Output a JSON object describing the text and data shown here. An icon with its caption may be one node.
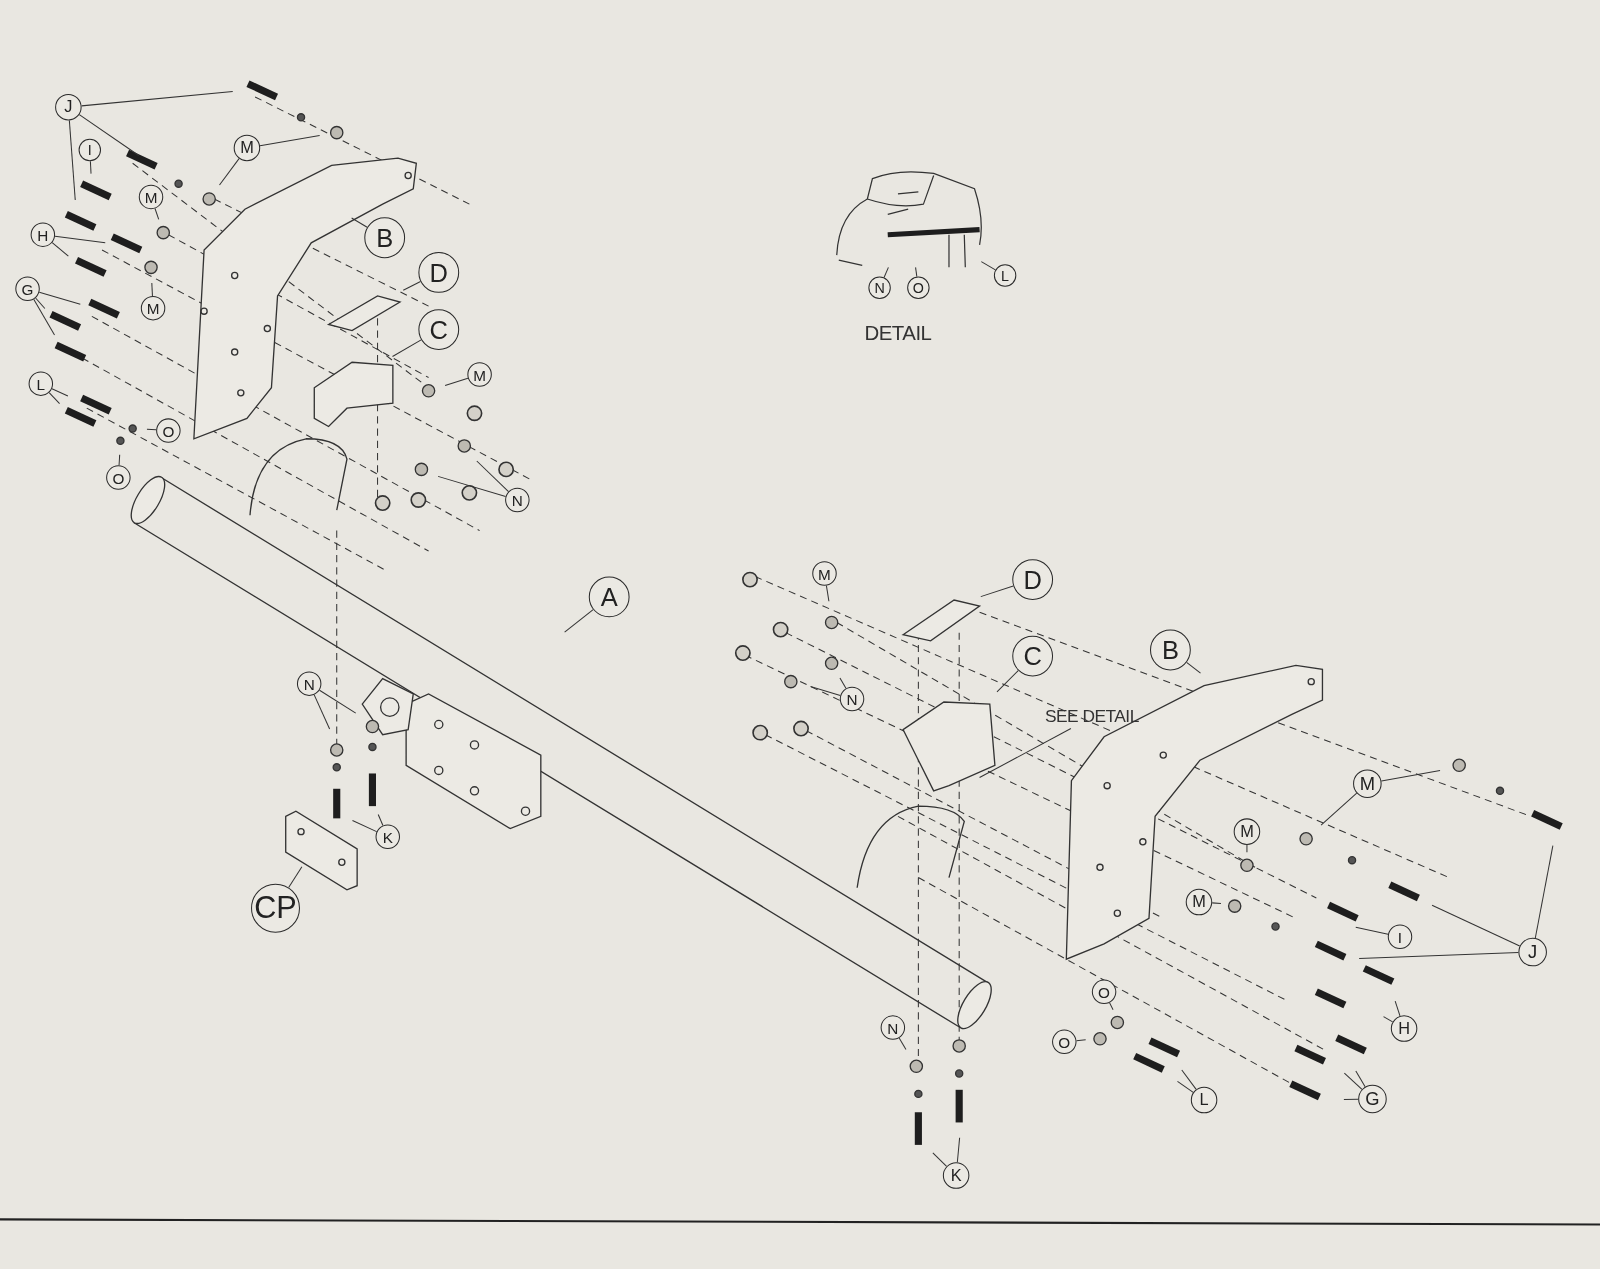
{
  "diagram": {
    "nodes": [
      {
        "text": [
          "J"
        ]
      },
      {
        "text": [
          "I"
        ]
      },
      {
        "text": [
          "M"
        ]
      },
      {
        "text": [
          "M"
        ]
      },
      {
        "text": [
          "B"
        ]
      },
      {
        "text": [
          "H"
        ]
      },
      {
        "text": [
          "M"
        ]
      },
      {
        "text": [
          "D"
        ]
      },
      {
        "text": [
          "G"
        ]
      },
      {
        "text": [
          "C"
        ]
      },
      {
        "text": [
          "M"
        ]
      },
      {
        "text": [
          "L"
        ]
      },
      {
        "text": [
          "O"
        ]
      },
      {
        "text": [
          "O"
        ]
      },
      {
        "text": [
          "N"
        ]
      },
      {
        "text": [
          "A"
        ]
      },
      {
        "text": [
          "M"
        ]
      },
      {
        "text": [
          "D"
        ]
      },
      {
        "text": [
          "B"
        ]
      },
      {
        "text": [
          "C"
        ]
      },
      {
        "text": [
          "N"
        ]
      },
      {
        "text": [
          "N"
        ]
      },
      {
        "text": [
          "SEE DETAIL"
        ]
      },
      {
        "text": [
          "M"
        ]
      },
      {
        "text": [
          "M"
        ]
      },
      {
        "text": [
          "K"
        ]
      },
      {
        "text": [
          "M"
        ]
      },
      {
        "text": [
          "CP"
        ]
      },
      {
        "text": [
          "I"
        ]
      },
      {
        "text": [
          "J"
        ]
      },
      {
        "text": [
          "H"
        ]
      },
      {
        "text": [
          "O"
        ]
      },
      {
        "text": [
          "N"
        ]
      },
      {
        "text": [
          "O"
        ]
      },
      {
        "text": [
          "L"
        ]
      },
      {
        "text": [
          "G"
        ]
      },
      {
        "text": [
          "K"
        ]
      },
      {
        "text": [
          "N"
        ]
      },
      {
        "text": [
          "O"
        ]
      },
      {
        "text": [
          "L"
        ]
      },
      {
        "text": [],
        "shape": "picture"
      }
    ],
    "edges": [
      {
        "from": 0,
        "to": null,
        "arrow": "none"
      },
      {
        "from": 0,
        "to": null,
        "arrow": "none"
      },
      {
        "from": 0,
        "to": null,
        "arrow": "none"
      },
      {
        "from": 1,
        "to": null,
        "arrow": "none"
      },
      {
        "from": 2,
        "to": null,
        "arrow": "none"
      },
      {
        "from": 2,
        "to": null,
        "arrow": "none"
      },
      {
        "from": 3,
        "to": null,
        "arrow": "none"
      },
      {
        "from": 4,
        "to": null,
        "arrow": "none"
      },
      {
        "from": 5,
        "to": null,
        "arrow": "none"
      },
      {
        "from": 5,
        "to": null,
        "arrow": "none"
      },
      {
        "from": 6,
        "to": null,
        "arrow": "none"
      },
      {
        "from": 7,
        "to": null,
        "arrow": "none"
      },
      {
        "from": 8,
        "to": null,
        "arrow": "none"
      },
      {
        "from": 8,
        "to": null,
        "arrow": "none"
      },
      {
        "from": 8,
        "to": null,
        "arrow": "none"
      },
      {
        "from": 9,
        "to": null,
        "arrow": "none"
      },
      {
        "from": 10,
        "to": null,
        "arrow": "none"
      },
      {
        "from": 11,
        "to": null,
        "arrow": "none"
      },
      {
        "from": 11,
        "to": null,
        "arrow": "none"
      },
      {
        "from": 12,
        "to": null,
        "arrow": "none"
      },
      {
        "from": 13,
        "to": null,
        "arrow": "none"
      },
      {
        "from": 14,
        "to": null,
        "arrow": "none"
      },
      {
        "from": 14,
        "to": null,
        "arrow": "none"
      },
      {
        "from": 15,
        "to": null,
        "arrow": "none"
      },
      {
        "from": 16,
        "to": null,
        "arrow": "none"
      },
      {
        "from": 17,
        "to": null,
        "arrow": "none"
      },
      {
        "from": 18,
        "to": null,
        "arrow": "none"
      },
      {
        "from": 19,
        "to": null,
        "arrow": "none"
      },
      {
        "from": 20,
        "to": null,
        "arrow": "none"
      },
      {
        "from": 20,
        "to": null,
        "arrow": "none"
      },
      {
        "from": 21,
        "to": null,
        "arrow": "none"
      },
      {
        "from": 21,
        "to": null,
        "arrow": "none"
      },
      {
        "from": 22,
        "to": null,
        "arrow": "none"
      },
      {
        "from": 23,
        "to": null,
        "arrow": "none"
      },
      {
        "from": 23,
        "to": null,
        "arrow": "none"
      },
      {
        "from": 24,
        "to": null,
        "arrow": "none"
      },
      {
        "from": 25,
        "to": null,
        "arrow": "none"
      },
      {
        "from": 25,
        "to": null,
        "arrow": "none"
      },
      {
        "from": 26,
        "to": null,
        "arrow": "none"
      },
      {
        "from": 27,
        "to": null,
        "arrow": "none"
      },
      {
        "from": 28,
        "to": null,
        "arrow": "none"
      },
      {
        "from": 29,
        "to": null,
        "arrow": "none"
      },
      {
        "from": 29,
        "to": null,
        "arrow": "none"
      },
      {
        "from": 29,
        "to": null,
        "arrow": "none"
      },
      {
        "from": 30,
        "to": null,
        "arrow": "none"
      },
      {
        "from": 30,
        "to": null,
        "arrow": "none"
      },
      {
        "from": 31,
        "to": null,
        "arrow": "none"
      },
      {
        "from": 32,
        "to": null,
        "arrow": "none"
      },
      {
        "from": 33,
        "to": null,
        "arrow": "none"
      },
      {
        "from": 34,
        "to": null,
        "arrow": "none"
      },
      {
        "from": 34,
        "to": null,
        "arrow": "none"
      },
      {
        "from": 35,
        "to": null,
        "arrow": "none"
      },
      {
        "from": 35,
        "to": null,
        "arrow": "none"
      },
      {
        "from": 35,
        "to": null,
        "arrow": "none"
      },
      {
        "from": 36,
        "to": null,
        "arrow": "none"
      },
      {
        "from": 36,
        "to": null,
        "arrow": "none"
      },
      {
        "from": 37,
        "to": 40,
        "arrow": "none"
      },
      {
        "from": 38,
        "to": 40,
        "arrow": "none"
      },
      {
        "from": 39,
        "to": 40,
        "arrow": "none"
      }
    ],
    "labels": [
      "DETAIL"
    ]
  }
}
